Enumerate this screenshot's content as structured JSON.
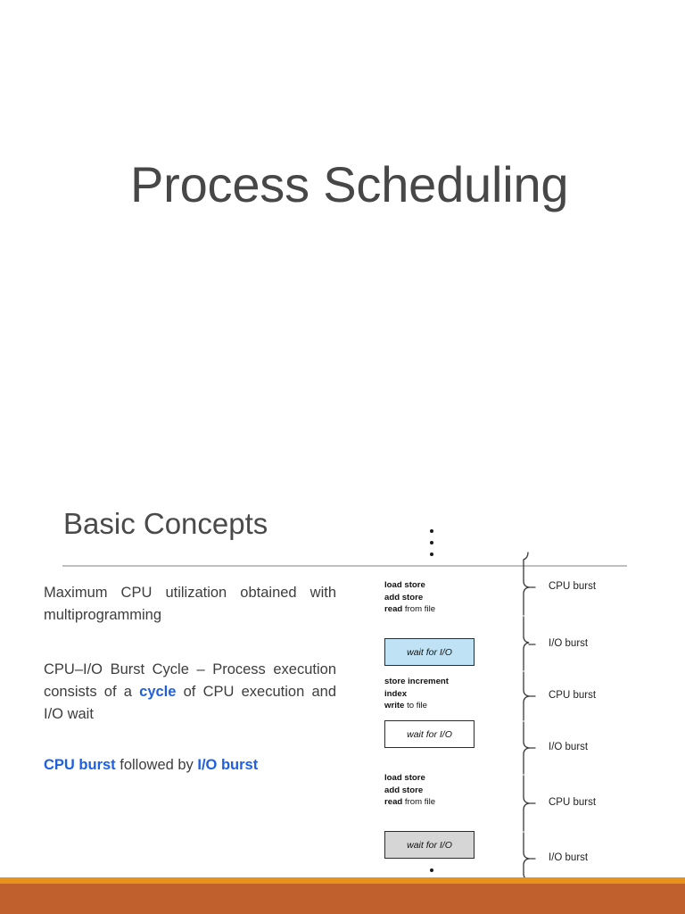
{
  "slide": {
    "title": "Process Scheduling",
    "section_heading": "Basic Concepts",
    "background_color": "#ffffff",
    "accent_gold": "#e8921b",
    "accent_orange": "#c0602c",
    "link_blue": "#1f5fe0"
  },
  "body": {
    "paragraph1": "Maximum CPU utilization obtained with multiprogramming",
    "paragraph2_before": "CPU–I/O Burst Cycle – Process execution consists of a ",
    "paragraph2_highlight": "cycle",
    "paragraph2_after": " of CPU execution and I/O wait",
    "paragraph3_a": "CPU burst",
    "paragraph3_mid": " followed by ",
    "paragraph3_b": "I/O burst"
  },
  "diagram": {
    "ellipsis": "⋮",
    "segments": [
      {
        "kind": "code",
        "lines": [
          {
            "bold": "load store",
            "reg": ""
          },
          {
            "bold": "add store",
            "reg": ""
          },
          {
            "bold": "read",
            "reg": " from file"
          }
        ],
        "label": "CPU burst"
      },
      {
        "kind": "box",
        "text": "wait for I/O",
        "fill": "blue",
        "label": "I/O burst"
      },
      {
        "kind": "code",
        "lines": [
          {
            "bold": "store increment",
            "reg": ""
          },
          {
            "bold": "index",
            "reg": ""
          },
          {
            "bold": "write",
            "reg": " to file"
          }
        ],
        "label": "CPU burst"
      },
      {
        "kind": "box",
        "text": "wait for I/O",
        "fill": "white",
        "label": "I/O burst"
      },
      {
        "kind": "code",
        "lines": [
          {
            "bold": "load store",
            "reg": ""
          },
          {
            "bold": "add store",
            "reg": ""
          },
          {
            "bold": "read",
            "reg": " from file"
          }
        ],
        "label": "CPU burst"
      },
      {
        "kind": "box",
        "text": "wait for I/O",
        "fill": "gray",
        "label": "I/O burst"
      }
    ],
    "labels": [
      "CPU burst",
      "I/O burst",
      "CPU burst",
      "I/O burst",
      "CPU burst",
      "I/O burst"
    ]
  }
}
